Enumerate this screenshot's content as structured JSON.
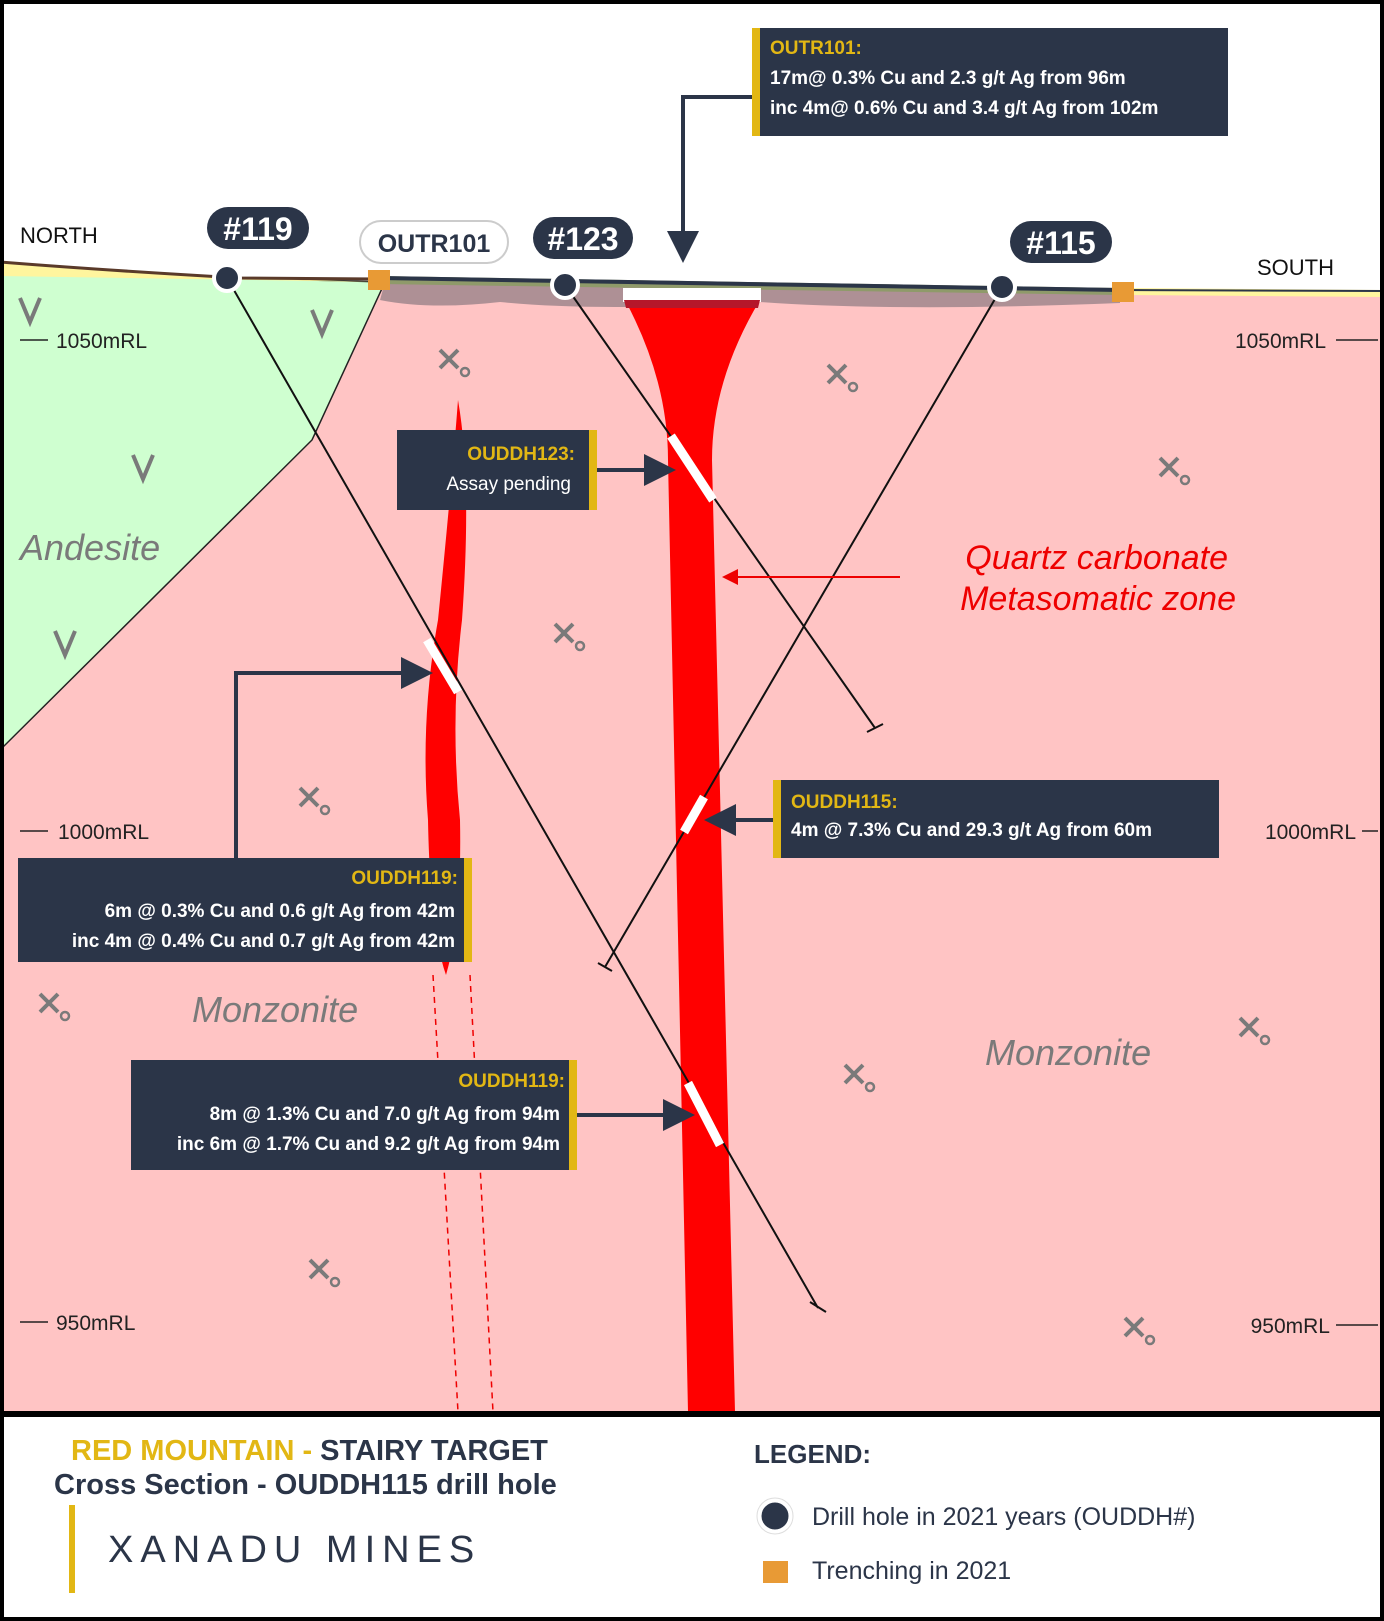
{
  "section": {
    "north_label": "NORTH",
    "south_label": "SOUTH",
    "elevations_left": [
      "1050mRL",
      "1000mRL",
      "950mRL"
    ],
    "elevations_right": [
      "1050mRL",
      "1000mRL",
      "950mRL"
    ],
    "hole_tags": [
      "#119",
      "#123",
      "#115"
    ],
    "trench_tag": "OUTR101",
    "rocks": {
      "andesite": "Andesite",
      "monzonite_left": "Monzonite",
      "monzonite_right": "Monzonite"
    },
    "zone_label": [
      "Quartz carbonate",
      "Metasomatic zone"
    ]
  },
  "callouts": {
    "outr101": {
      "title": "OUTR101:",
      "lines": [
        "17m@ 0.3% Cu and 2.3 g/t Ag from 96m",
        "inc 4m@ 0.6% Cu and 3.4 g/t Ag from 102m"
      ]
    },
    "ouddh123": {
      "title": "OUDDH123:",
      "lines": [
        "Assay pending"
      ]
    },
    "ouddh115": {
      "title": "OUDDH115:",
      "lines": [
        "4m @ 7.3% Cu and 29.3 g/t Ag from 60m"
      ]
    },
    "ouddh119a": {
      "title": "OUDDH119:",
      "lines": [
        "6m @ 0.3% Cu and 0.6 g/t Ag from 42m",
        "inc 4m @ 0.4% Cu and  0.7 g/t Ag from 42m"
      ]
    },
    "ouddh119b": {
      "title": "OUDDH119:",
      "lines": [
        "8m @ 1.3% Cu and  7.0 g/t Ag from 94m",
        "inc 6m @ 1.7% Cu and 9.2 g/t Ag from 94m"
      ]
    }
  },
  "footer": {
    "title_project": "RED MOUNTAIN",
    "title_sep": " - ",
    "title_target": "STAIRY TARGET",
    "subtitle": "Cross Section - OUDDH115 drill hole",
    "logo_text": "XANADU MINES",
    "legend_title": "LEGEND:",
    "legend_items": [
      "Drill hole in 2021 years (OUDDH#)",
      "Trenching in 2021"
    ]
  },
  "colors": {
    "navy": "#2b3548",
    "gold": "#e2b714",
    "monzonite": "#ffc4c4",
    "andesite": "#cfffd0",
    "zone": "#ff0000",
    "trench": "#e89a35"
  }
}
